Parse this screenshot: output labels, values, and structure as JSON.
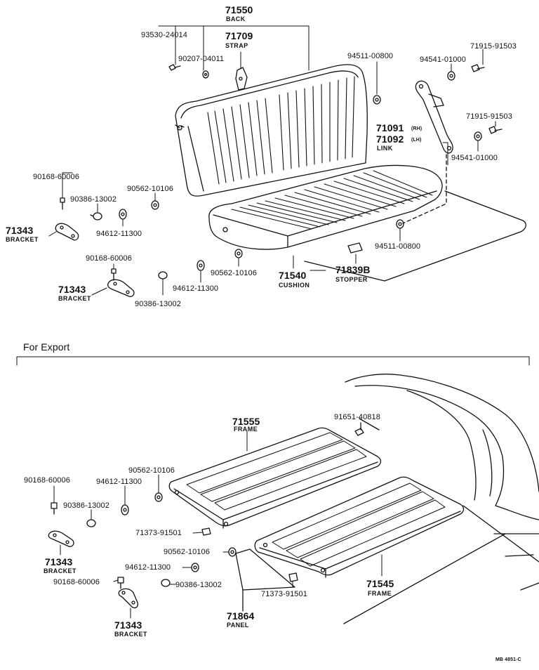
{
  "top": {
    "back_no": "71550",
    "back_name": "BACK",
    "bolt_no": "93530-24014",
    "nut_no": "90207-04011",
    "strap_no": "71709",
    "strap_name": "STRAP",
    "washer_no": "94511-00800",
    "washer2_no": "94541-01000",
    "bolt2_no": "71915-91503",
    "bolt3_no": "71915-91503",
    "link_rh_no": "71091",
    "link_rh_tag": "(RH)",
    "link_lh_no": "71092",
    "link_lh_tag": "(LH)",
    "link_name": "LINK",
    "washer3_no": "94541-01000",
    "screw_no": "90168-60006",
    "nut2_no": "90562-10106",
    "collar_no": "90386-13002",
    "bracket_no": "71343",
    "bracket_name": "BRACKET",
    "washer4_no": "94612-11300",
    "washer5_no": "94511-00800",
    "screw2_no": "90168-60006",
    "bracket2_no": "71343",
    "bracket2_name": "BRACKET",
    "nut3_no": "90562-10106",
    "washer6_no": "94612-11300",
    "collar2_no": "90386-13002",
    "cushion_no": "71540",
    "cushion_name": "CUSHION",
    "stopper_no": "71839B",
    "stopper_name": "STOPPER"
  },
  "export": {
    "section_title": "For Export",
    "frame_no": "71555",
    "frame_name": "FRAME",
    "bolt_no": "91651-40818",
    "nut_no": "90562-10106",
    "washer_no": "94612-11300",
    "screw_no": "90168-60006",
    "collar_no": "90386-13002",
    "clip_no": "71373-91501",
    "nut2_no": "90562-10106",
    "washer2_no": "94612-11300",
    "collar2_no": "90386-13002",
    "screw2_no": "90168-60006",
    "bracket_no": "71343",
    "bracket_name": "BRACKET",
    "bracket2_no": "71343",
    "bracket2_name": "BRACKET",
    "clip2_no": "71373-91501",
    "panel_no": "71864",
    "panel_name": "PANEL",
    "frame2_no": "71545",
    "frame2_name": "FRAME",
    "ref_code": "MB 4851-C"
  }
}
